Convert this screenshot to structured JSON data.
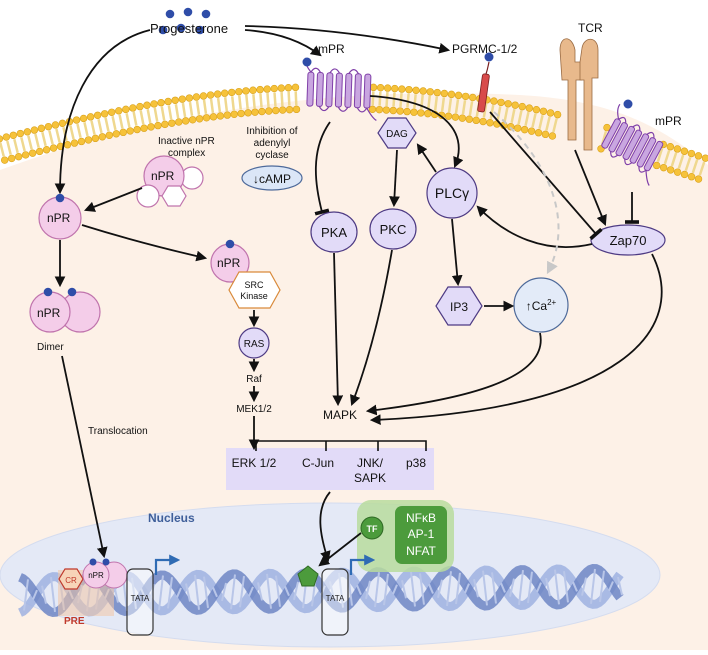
{
  "labels": {
    "progesterone": "Progesterone",
    "mpr_top": "mPR",
    "pgrmc": "PGRMC-1/2",
    "tcr": "TCR",
    "mpr_right": "mPR",
    "inactive_complex_line1": "Inactive nPR",
    "inactive_complex_line2": "complex",
    "npr": "nPR",
    "inhibition_line1": "Inhibition of",
    "inhibition_line2": "adenylyl",
    "inhibition_line3": "cyclase",
    "camp": "↓cAMP",
    "dag": "DAG",
    "plc": "PLCγ",
    "pka": "PKA",
    "pkc": "PKC",
    "zap70": "Zap70",
    "ip3": "IP3",
    "ca": "↑Ca",
    "ca_sup": "2+",
    "src_line1": "SRC",
    "src_line2": "Kinase",
    "ras": "RAS",
    "raf": "Raf",
    "mek": "MEK1/2",
    "dimer": "Dimer",
    "translocation": "Translocation",
    "mapk": "MAPK",
    "erk": "ERK 1/2",
    "cjun": "C-Jun",
    "jnk_line1": "JNK/",
    "jnk_line2": "SAPK",
    "p38": "p38",
    "nucleus": "Nucleus",
    "tf": "TF",
    "nfkb": "NFκB",
    "ap1": "AP-1",
    "nfat": "NFAT",
    "cr": "CR",
    "tata": "TATA",
    "pre": "PRE"
  },
  "colors": {
    "cytoplasm": "#fdf1e7",
    "membrane_head": "#f6c23a",
    "membrane_tail": "#f5e3a6",
    "receptor_purple": "#9a56be",
    "receptor_fill": "#c9a6e0",
    "npr_fill": "#f4cde9",
    "npr_stroke": "#c074ad",
    "node_fill": "#e2dbf8",
    "node_stroke": "#4e3b84",
    "tcr_fill": "#e8b98c",
    "nucleus_fill": "#e5eaf6",
    "dna_blue": "#8ea4d6",
    "tf_green": "#4c9b3c",
    "tf_panel": "#a8d58b",
    "ligand_blue": "#2f4da8",
    "pre_red": "#c0392b",
    "arrow_blue": "#2f6bb4"
  }
}
